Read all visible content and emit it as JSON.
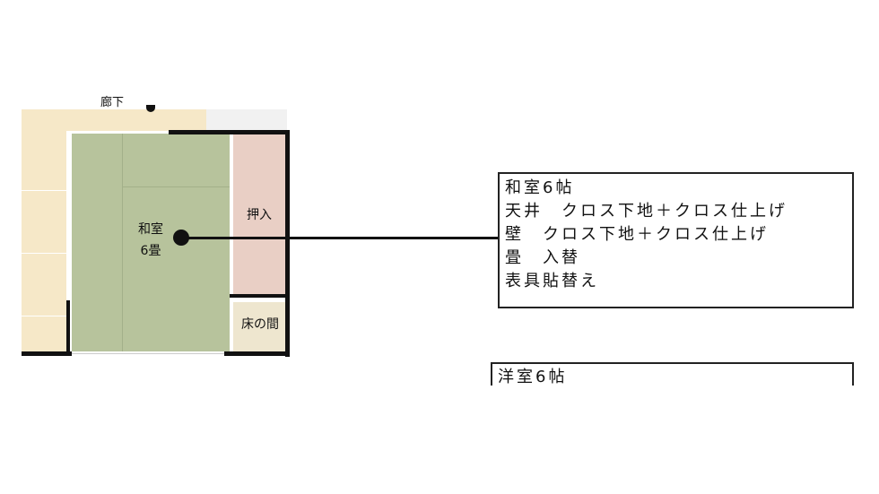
{
  "plan": {
    "room_label": "和室",
    "room_size": "6畳",
    "closet_label": "押入",
    "alcove_label": "床の間",
    "top_partial_label": "廊下"
  },
  "notes": [
    {
      "title": "和室6帖",
      "lines": [
        "天井　クロス下地＋クロス仕上げ",
        "壁　クロス下地＋クロス仕上げ",
        "畳　入替",
        "表具貼替え"
      ]
    },
    {
      "title": "洋室6帖",
      "lines": []
    }
  ],
  "colors": {
    "tatami": "#b7c39c",
    "closet": "#e9cfc5",
    "alcove": "#eee6cf",
    "corridor": "#f6e8c8",
    "wall": "#111111"
  }
}
